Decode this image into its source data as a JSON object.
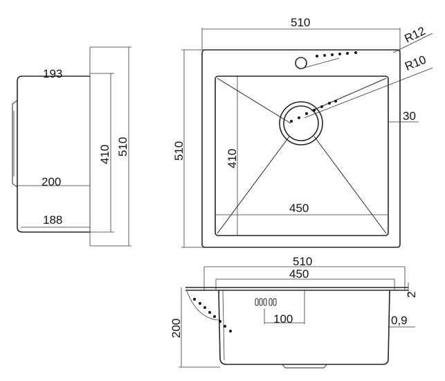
{
  "side_view": {
    "dim_193": "193",
    "dim_410": "410",
    "dim_510": "510",
    "dim_200": "200",
    "dim_188": "188"
  },
  "top_view": {
    "width_510": "510",
    "height_510": "510",
    "corner_r12": "R12",
    "corner_r10": "R10",
    "margin_30": "30",
    "inner_410": "410",
    "inner_450": "450"
  },
  "front_view": {
    "outer_510": "510",
    "bowl_450": "450",
    "flange_2": "2",
    "depth_200": "200",
    "overflow_100": "100",
    "thickness_0_9": "0,9"
  }
}
